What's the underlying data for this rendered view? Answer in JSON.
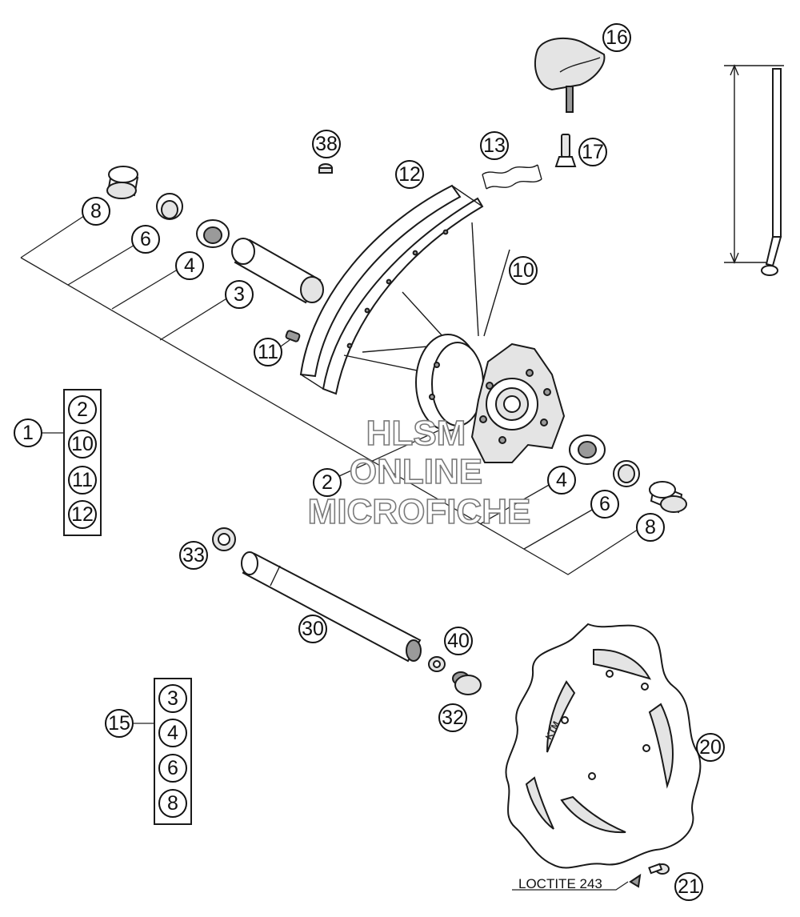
{
  "diagram": {
    "callouts": [
      "1",
      "2",
      "2",
      "3",
      "3",
      "4",
      "4",
      "4",
      "6",
      "6",
      "6",
      "8",
      "8",
      "8",
      "10",
      "10",
      "11",
      "11",
      "12",
      "12",
      "13",
      "15",
      "16",
      "17",
      "20",
      "21",
      "30",
      "32",
      "33",
      "38",
      "40"
    ],
    "group_one": {
      "label": "1",
      "items": [
        "2",
        "10",
        "11",
        "12"
      ]
    },
    "group_fifteen": {
      "label": "15",
      "items": [
        "3",
        "4",
        "6",
        "8"
      ]
    },
    "note": "LOCTITE 243",
    "disc_marking": "KTM",
    "watermark": [
      "HLSM",
      "ONLINE",
      "MICROFICHE"
    ]
  }
}
